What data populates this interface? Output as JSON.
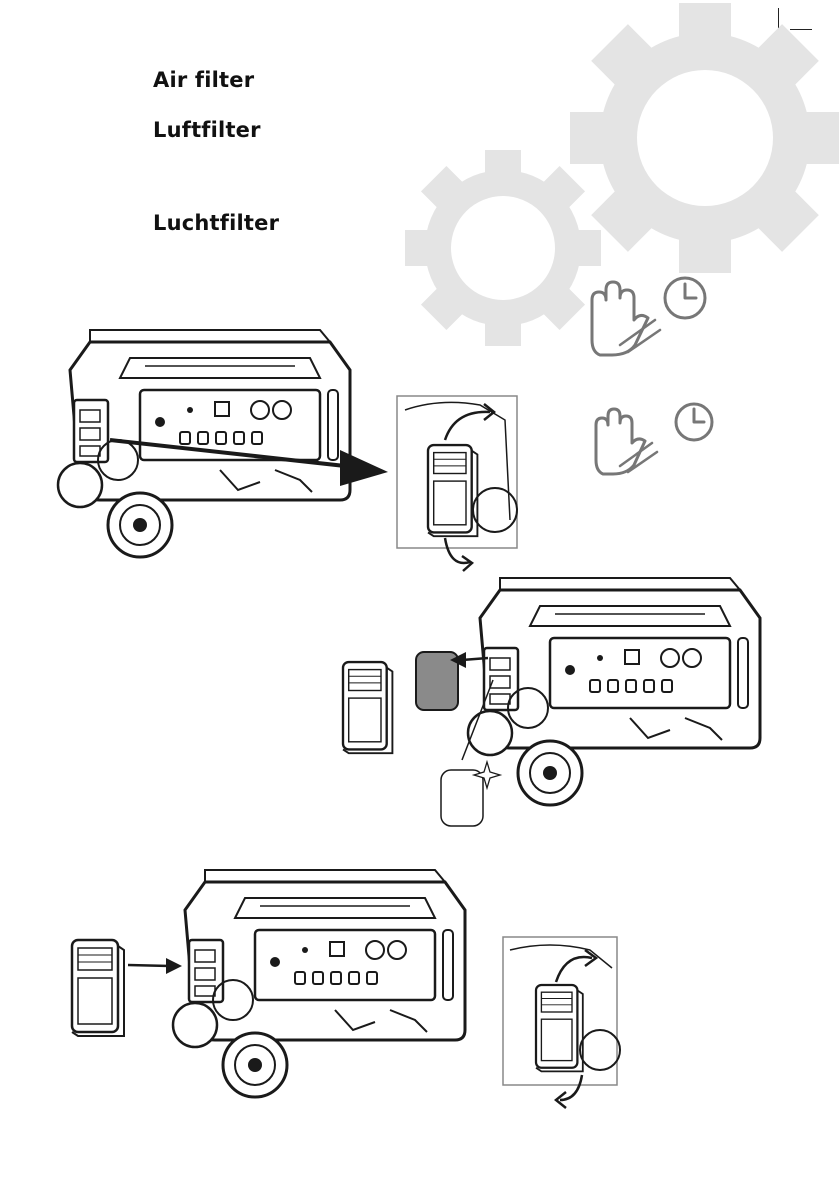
{
  "headings": {
    "en": "Air filter",
    "de": "Luftfilter",
    "nl": "Luchtfilter"
  },
  "icons": {
    "decoration": "gears-icon",
    "step_icons": [
      "clean-hand-icon",
      "clock-icon"
    ]
  },
  "colors": {
    "gear_fill": "#e4e4e4",
    "icon_stroke": "#777777",
    "line_art": "#1a1a1a"
  }
}
